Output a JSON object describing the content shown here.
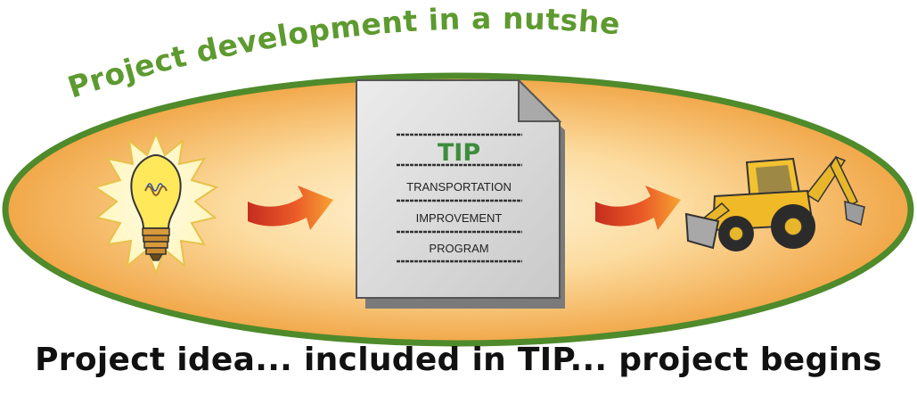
{
  "title": "Project development in a nutshell",
  "document": {
    "heading": "TIP",
    "lines": [
      "TRANSPORTATION",
      "IMPROVEMENT",
      "PROGRAM"
    ]
  },
  "caption": "Project idea... included in TIP... project begins",
  "icons": [
    "lightbulb-icon",
    "arrow-right-icon",
    "document-icon",
    "arrow-right-icon",
    "backhoe-icon"
  ],
  "colors": {
    "ellipse_border": "#4f8a2b",
    "title": "#5d9a2f",
    "tip_heading": "#3c8d3c",
    "ellipse_fill_center": "#fde7b8",
    "ellipse_fill_edge": "#f0a13c",
    "arrow": "#d9452a",
    "caption": "#111111"
  }
}
